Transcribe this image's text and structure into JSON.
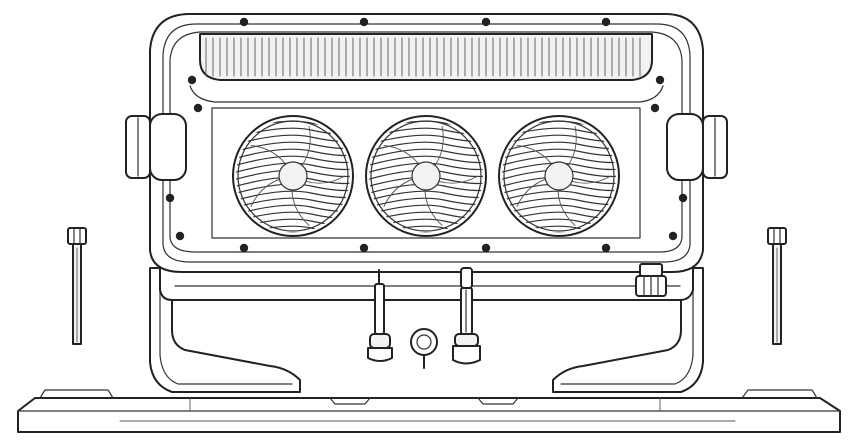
{
  "diagram": {
    "subject": "unit-rear-exploded-view",
    "line_color": "#222222",
    "background": "#ffffff",
    "fan_count": 3,
    "bolt_count": 2,
    "connector_count": 3
  }
}
